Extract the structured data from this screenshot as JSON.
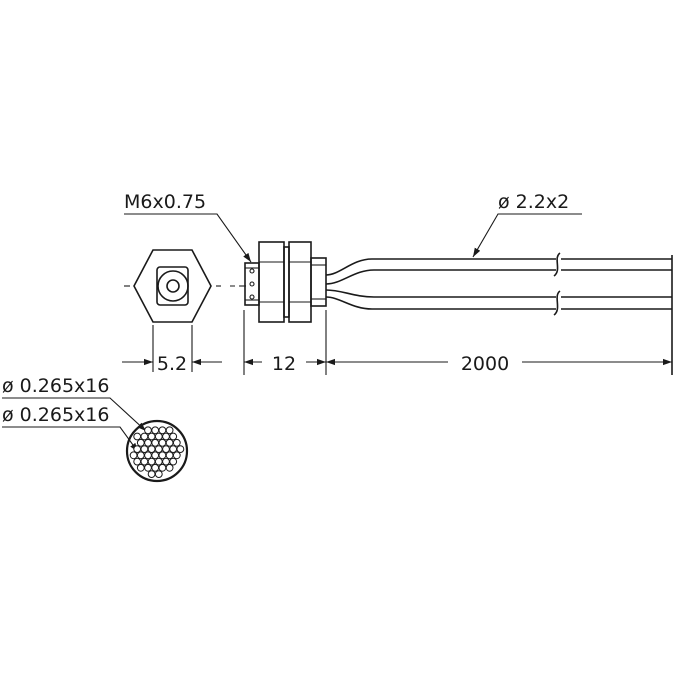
{
  "labels": {
    "thread": "M6x0.75",
    "cable": "ø 2.2x2",
    "hex_width": "5.2",
    "nut_length": "12",
    "cable_length": "2000",
    "fiber_1": "ø 0.265x16",
    "fiber_2": "ø 0.265x16"
  }
}
